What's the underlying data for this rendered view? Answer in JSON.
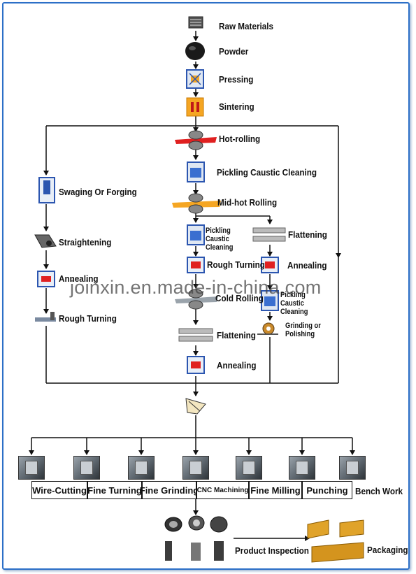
{
  "watermark": "joinxin.en.made-in-china.com",
  "main_column": {
    "raw_materials": "Raw Materials",
    "powder": "Powder",
    "pressing": "Pressing",
    "sintering": "Sintering",
    "hot_rolling": "Hot-rolling",
    "pickling": "Pickling Caustic Cleaning",
    "mid_hot_rolling": "Mid-hot Rolling"
  },
  "left_branch": {
    "swaging": "Swaging Or Forging",
    "straightening": "Straightening",
    "annealing": "Annealing",
    "rough_turning": "Rough Turning"
  },
  "center_branch": {
    "pickling": "Pickling Caustic Cleaning",
    "rough_turning": "Rough Turning",
    "cold_rolling": "Cold Rolling",
    "flattening": "Flattening",
    "annealing": "Annealing"
  },
  "right_branch": {
    "flattening": "Flattening",
    "annealing": "Annealing",
    "pickling": "Pickling Caustic Cleaning",
    "grinding": "Grinding or Polishing"
  },
  "finishing": {
    "wire_cutting": "Wire-Cutting",
    "fine_turning": "Fine Turning",
    "fine_grinding": "Fine Grinding",
    "cnc": "CNC Machining",
    "fine_milling": "Fine Milling",
    "punching": "Punching",
    "bench_work": "Bench Work"
  },
  "final": {
    "inspection": "Product Inspection",
    "packaging": "Packaging"
  },
  "colors": {
    "frame": "#2c6fc7",
    "line": "#111111",
    "accent_orange": "#f5a623",
    "accent_red": "#e02020",
    "icon_blue": "#2c56b0"
  }
}
